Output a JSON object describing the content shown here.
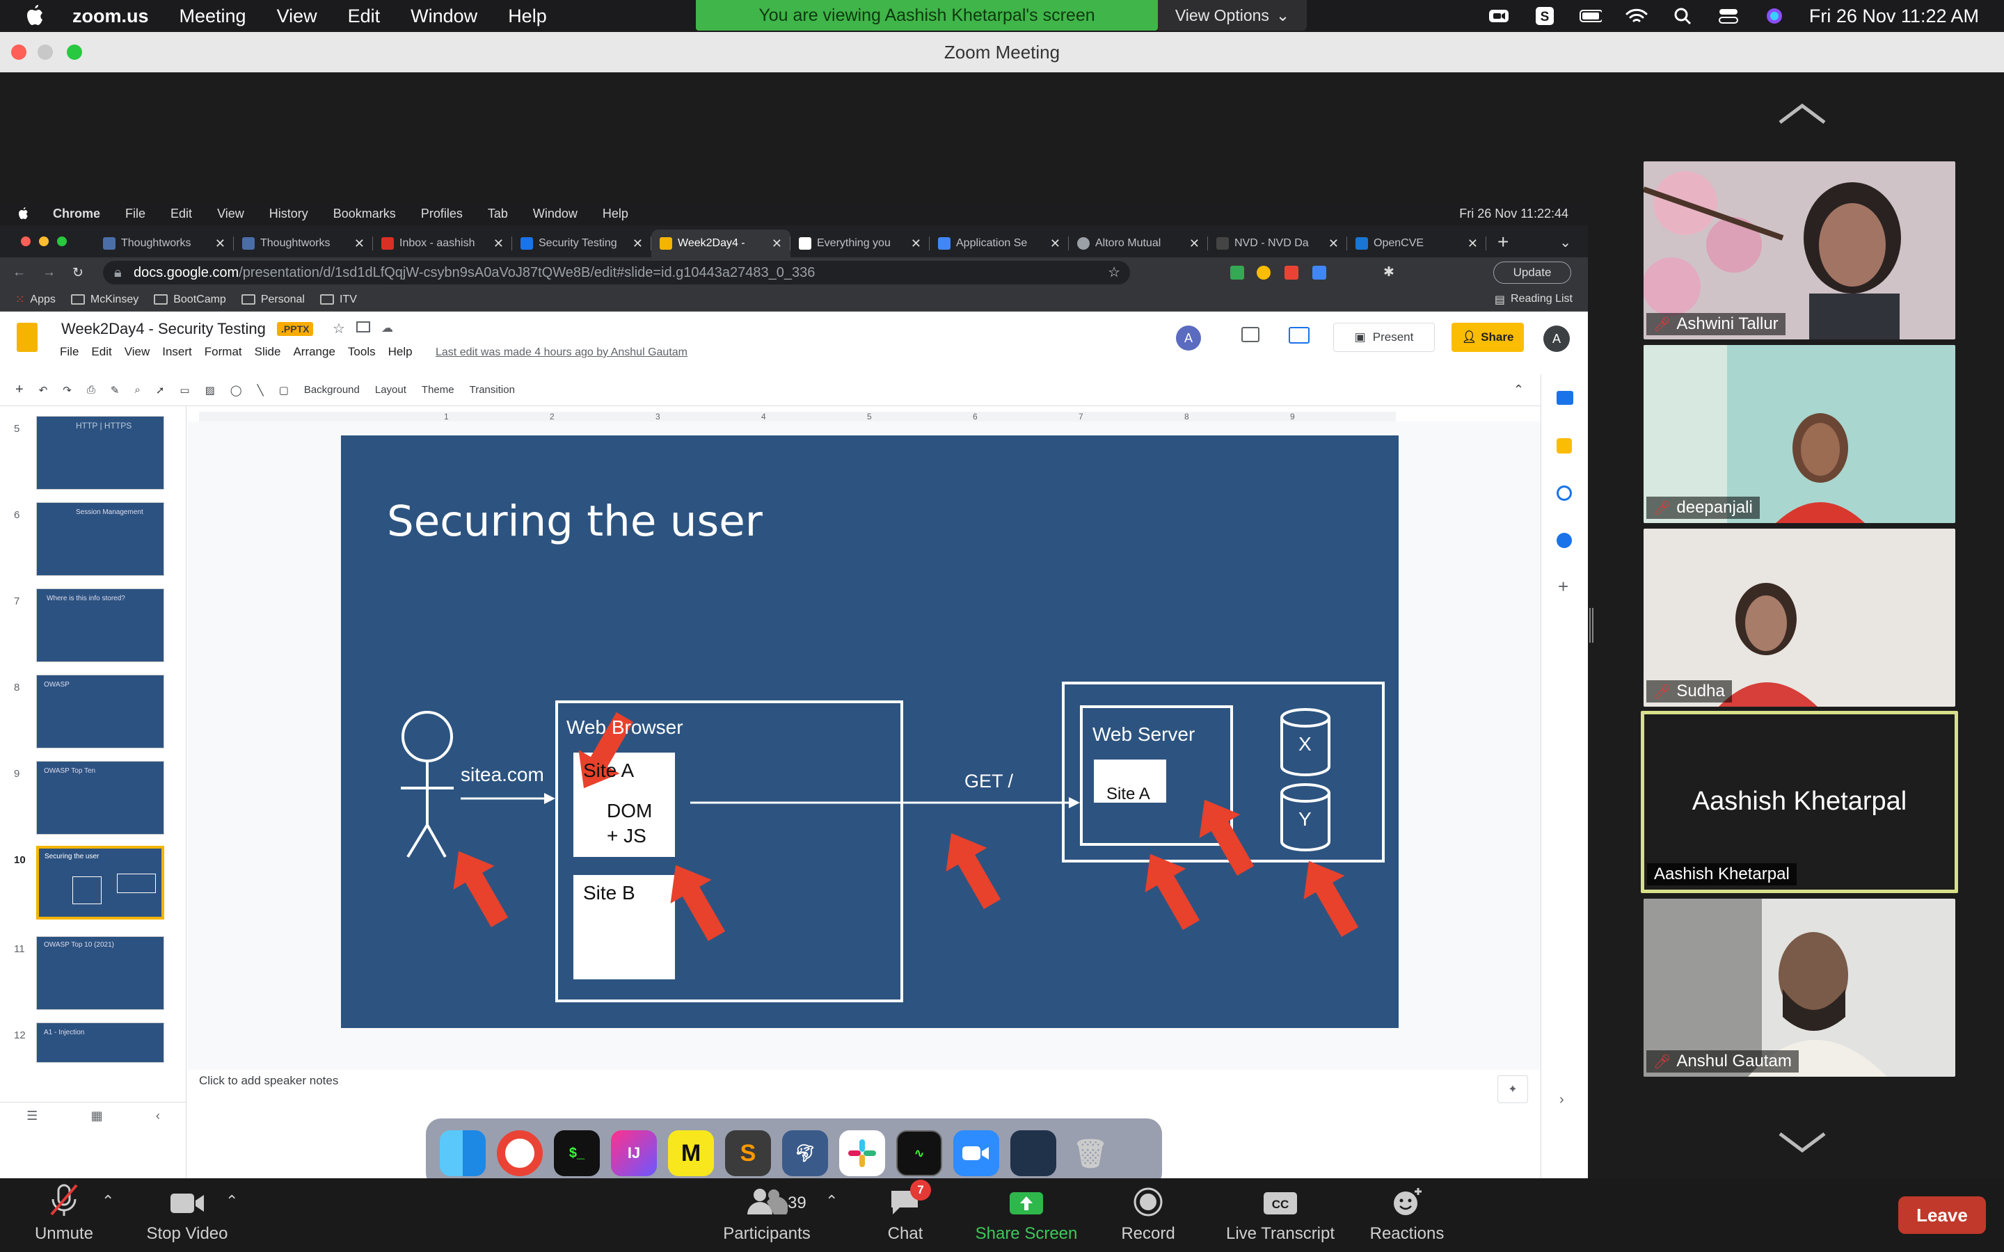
{
  "mac_menubar": {
    "app": "zoom.us",
    "items": [
      "Meeting",
      "View",
      "Edit",
      "Window",
      "Help"
    ],
    "clock": "Fri 26 Nov  11:22 AM"
  },
  "share_banner": {
    "text": "You are viewing Aashish Khetarpal's screen",
    "view_options": "View Options"
  },
  "window_title": "Zoom Meeting",
  "shared_screen": {
    "mac_menubar": {
      "app": "Chrome",
      "items": [
        "File",
        "Edit",
        "View",
        "History",
        "Bookmarks",
        "Profiles",
        "Tab",
        "Window",
        "Help"
      ],
      "clock": "Fri 26 Nov  11:22:44"
    },
    "tabs": [
      {
        "title": "Thoughtworks",
        "color": "#4b6ea8"
      },
      {
        "title": "Thoughtworks",
        "color": "#4b6ea8"
      },
      {
        "title": "Inbox - aashish",
        "color": "#d93025"
      },
      {
        "title": "Security Testing",
        "color": "#1a73e8"
      },
      {
        "title": "Week2Day4 -",
        "color": "#f4b400",
        "active": true
      },
      {
        "title": "Everything you",
        "color": "#ffffff"
      },
      {
        "title": "Application Se",
        "color": "#4285f4"
      },
      {
        "title": "Altoro Mutual",
        "color": "#9aa0a6"
      },
      {
        "title": "NVD - NVD Da",
        "color": "#444444"
      },
      {
        "title": "OpenCVE",
        "color": "#1976d2"
      }
    ],
    "url_host": "docs.google.com",
    "url_path": "/presentation/d/1sd1dLfQqjW-csybn9sA0aVoJ87tQWe8B/edit#slide=id.g10443a27483_0_336",
    "update_label": "Update",
    "bookmarks": [
      "Apps",
      "McKinsey",
      "BootCamp",
      "Personal",
      "ITV"
    ],
    "reading_list": "Reading List",
    "doc": {
      "title": "Week2Day4 - Security Testing",
      "badge": ".PPTX",
      "menu": [
        "File",
        "Edit",
        "View",
        "Insert",
        "Format",
        "Slide",
        "Arrange",
        "Tools",
        "Help"
      ],
      "last_edit": "Last edit was made 4 hours ago by Anshul Gautam",
      "present": "Present",
      "share": "Share",
      "account_initial": "A",
      "toolbar": [
        "Background",
        "Layout",
        "Theme",
        "Transition"
      ],
      "ruler_marks": [
        "1",
        "2",
        "3",
        "4",
        "5",
        "6",
        "7",
        "8",
        "9"
      ],
      "notes_placeholder": "Click to add speaker notes"
    },
    "thumbnails": [
      {
        "num": "5",
        "label": "HTTP | HTTPS"
      },
      {
        "num": "6",
        "label": "Session Management"
      },
      {
        "num": "7",
        "label": "Where is this info stored?"
      },
      {
        "num": "8",
        "label": "OWASP"
      },
      {
        "num": "9",
        "label": "OWASP Top Ten"
      },
      {
        "num": "10",
        "label": "Securing the user",
        "selected": true
      },
      {
        "num": "11",
        "label": "OWASP Top 10 (2021)"
      },
      {
        "num": "12",
        "label": "A1 - Injection"
      }
    ],
    "slide": {
      "title": "Securing the user",
      "browser_label": "Web Browser",
      "site_a": "Site A",
      "dom_js_1": "DOM",
      "dom_js_2": "+ JS",
      "site_b": "Site B",
      "request_label": "sitea.com",
      "get_label": "GET /",
      "server_label": "Web Server",
      "server_site": "Site A",
      "db_x": "X",
      "db_y": "Y",
      "bg_color": "#2d5480",
      "arrow_color": "#e8412c"
    }
  },
  "participants": [
    {
      "name": "Ashwini Tallur"
    },
    {
      "name": "deepanjali"
    },
    {
      "name": "Sudha"
    },
    {
      "name": "Aashish Khetarpal",
      "video_off": true,
      "active_speaker": true
    },
    {
      "name": "Anshul Gautam"
    }
  ],
  "controls": {
    "unmute": "Unmute",
    "stop_video": "Stop Video",
    "participants": "Participants",
    "participant_count": "39",
    "chat": "Chat",
    "chat_badge": "7",
    "share_screen": "Share Screen",
    "record": "Record",
    "live_transcript": "Live Transcript",
    "reactions": "Reactions",
    "leave": "Leave"
  },
  "colors": {
    "share_banner": "#40b549",
    "share_screen_icon": "#2eb84b",
    "leave": "#c0392b",
    "active_speaker_border": "#d7e08a"
  }
}
